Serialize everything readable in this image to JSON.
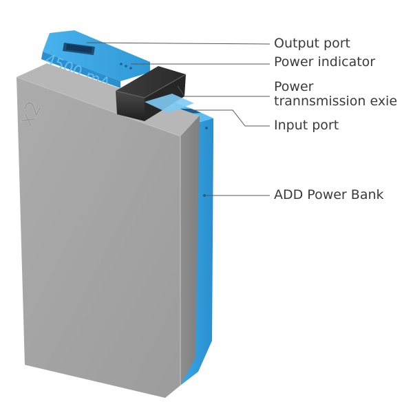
{
  "product": {
    "capacity_marking": "4500 mA",
    "side_marking": "x2"
  },
  "callouts": [
    {
      "id": "output-port",
      "lines": [
        "Output port"
      ]
    },
    {
      "id": "power-indicator",
      "lines": [
        "Power indicator"
      ]
    },
    {
      "id": "power-transmission-axis",
      "lines": [
        "Power",
        "trannsmission exie"
      ]
    },
    {
      "id": "input-port",
      "lines": [
        "Input port"
      ]
    },
    {
      "id": "add-power-bank",
      "lines": [
        "ADD Power Bank"
      ]
    }
  ],
  "colors": {
    "blue_body": "#3fa8e4",
    "gray_body": "#a3a3a3",
    "connector": "#2f2f2f",
    "leader_line": "#555555"
  }
}
